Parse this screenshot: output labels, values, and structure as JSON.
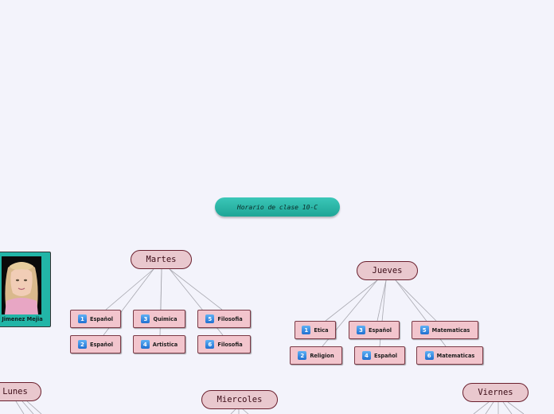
{
  "root": {
    "label": "Horario de clase 10-C"
  },
  "photo": {
    "caption": "Jimenez Mejia"
  },
  "days": {
    "lunes": {
      "label": "Lunes"
    },
    "martes": {
      "label": "Martes"
    },
    "miercoles": {
      "label": "Miercoles"
    },
    "jueves": {
      "label": "Jueves"
    },
    "viernes": {
      "label": "Viernes"
    }
  },
  "martes_subjects": [
    {
      "num": "1",
      "label": "Español"
    },
    {
      "num": "2",
      "label": "Español"
    },
    {
      "num": "3",
      "label": "Quimica"
    },
    {
      "num": "4",
      "label": "Artistica"
    },
    {
      "num": "5",
      "label": "Filosofia"
    },
    {
      "num": "6",
      "label": "Filosofia"
    }
  ],
  "jueves_subjects": [
    {
      "num": "1",
      "label": "Etica"
    },
    {
      "num": "2",
      "label": "Religion"
    },
    {
      "num": "3",
      "label": "Español"
    },
    {
      "num": "4",
      "label": "Español"
    },
    {
      "num": "5",
      "label": "Matematicas"
    },
    {
      "num": "6",
      "label": "Matematicas"
    }
  ]
}
